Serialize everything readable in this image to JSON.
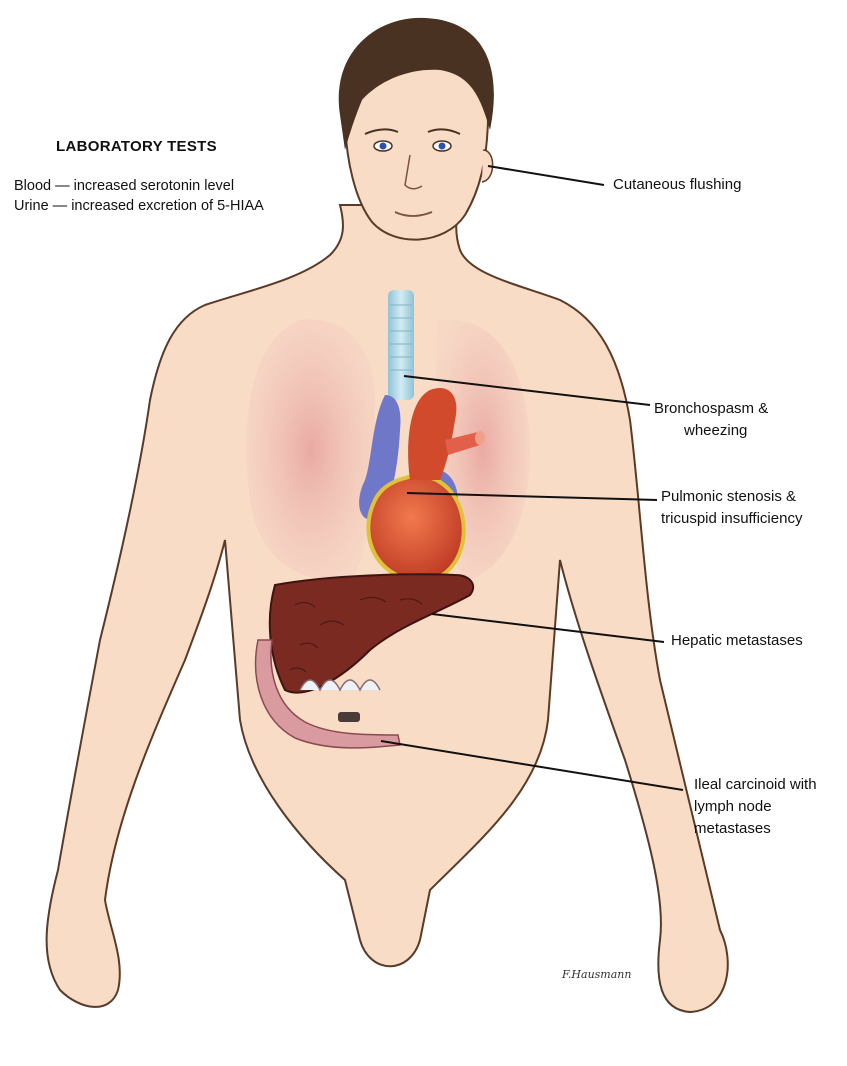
{
  "lab_tests": {
    "title": "LABORATORY TESTS",
    "lines": [
      "Blood — increased serotonin level",
      "Urine — increased excretion of 5-HIAA"
    ]
  },
  "callouts": [
    {
      "lines": [
        "Cutaneous flushing"
      ]
    },
    {
      "lines": [
        "Bronchospasm &",
        "wheezing"
      ]
    },
    {
      "lines": [
        "Pulmonic stenosis &",
        "tricuspid  insufficiency"
      ]
    },
    {
      "lines": [
        "Hepatic metastases"
      ]
    },
    {
      "lines": [
        "Ileal carcinoid with",
        "lymph node",
        "metastases"
      ]
    }
  ],
  "signature": "F.Hausmann",
  "colors": {
    "skin": "#f8dcc6",
    "skin_outline": "#5a3a28",
    "hair": "#4a3222",
    "lung": "#e9a7a2",
    "heart": "#d9452c",
    "vein": "#6f78c8",
    "artery": "#d14a2c",
    "trachea": "#a9d3e0",
    "liver": "#7b2a22",
    "intestine": "#d99aa0",
    "leader_line": "#111111"
  }
}
